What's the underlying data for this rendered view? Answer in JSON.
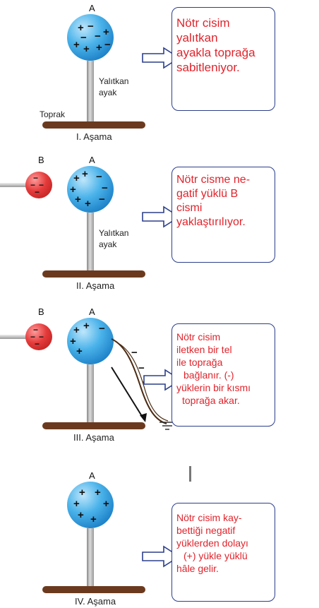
{
  "stages": [
    {
      "title": "I. Aşama",
      "sphere_label": "A",
      "stand_label_lines": [
        "Yalıtkan",
        "ayak"
      ],
      "ground_label": "Toprak",
      "text_lines": [
        "Nötr cisim",
        "yalıtkan",
        "ayakla toprağa",
        "sabitleniyor."
      ]
    },
    {
      "title": "II. Aşama",
      "sphere_label": "A",
      "rod_label": "B",
      "stand_label_lines": [
        "Yalıtkan",
        "ayak"
      ],
      "text_lines": [
        "Nötr cisme ne-",
        "gatif yüklü B",
        "cismi",
        "yaklaştırılıyor."
      ]
    },
    {
      "title": "III. Aşama",
      "sphere_label": "A",
      "rod_label": "B",
      "text_lines": [
        "Nötr cisim",
        "iletken bir tel",
        "ile toprağa",
        "bağlanır. (-)",
        "yüklerin bir kısmı",
        "toprağa akar."
      ]
    },
    {
      "title": "IV. Aşama",
      "sphere_label": "A",
      "text_lines": [
        "Nötr cisim kay-",
        "bettiği negatif",
        "yüklerden dolayı",
        "(+) yükle yüklü",
        "hâle gelir."
      ]
    }
  ],
  "colors": {
    "sphere_blue": "#2b94da",
    "rod_red": "#e03a3a",
    "box_border": "#2c3f8c",
    "text_red": "#e0242c",
    "ground_brown": "#6b3a1e"
  }
}
